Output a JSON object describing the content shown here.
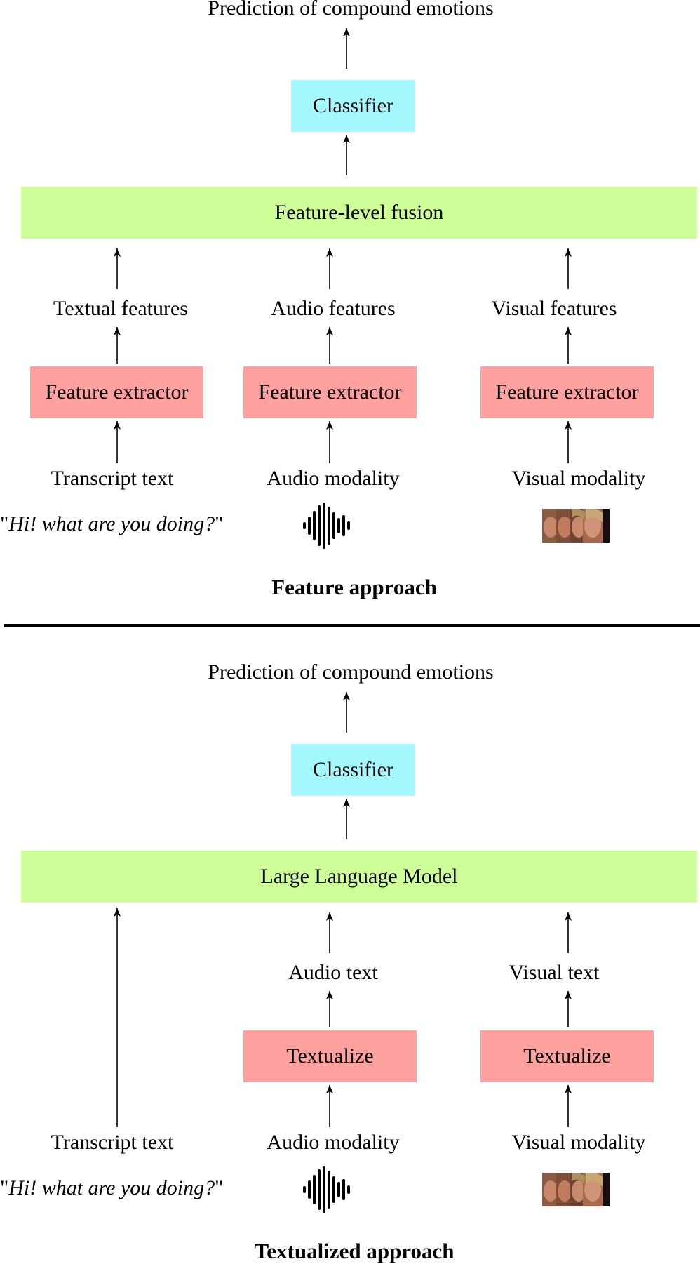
{
  "feature_approach": {
    "title": "Feature approach",
    "output": "Prediction of compound emotions",
    "classifier": "Classifier",
    "fusion": "Feature-level fusion",
    "features": {
      "text": "Textual features",
      "audio": "Audio features",
      "visual": "Visual features"
    },
    "extractor_label": "Feature extractor",
    "inputs": {
      "text": "Transcript text",
      "audio": "Audio modality",
      "visual": "Visual modality"
    },
    "example_quote_open": "\"",
    "example_quote_text": "Hi! what are you doing?",
    "example_quote_close": "\""
  },
  "textualized_approach": {
    "title": "Textualized approach",
    "output": "Prediction of compound emotions",
    "classifier": "Classifier",
    "llm": "Large Language Model",
    "texts": {
      "audio": "Audio text",
      "visual": "Visual text"
    },
    "textualize_label": "Textualize",
    "inputs": {
      "text": "Transcript text",
      "audio": "Audio modality",
      "visual": "Visual modality"
    },
    "example_quote_open": "\"",
    "example_quote_text": "Hi! what are you doing?",
    "example_quote_close": "\""
  },
  "colors": {
    "classifier": "#a3f9ff",
    "fusion": "#cdfe98",
    "extractor": "#ffa19e"
  },
  "icons": {
    "audio": "waveform-icon",
    "visual": "face-frames-thumbnail"
  }
}
